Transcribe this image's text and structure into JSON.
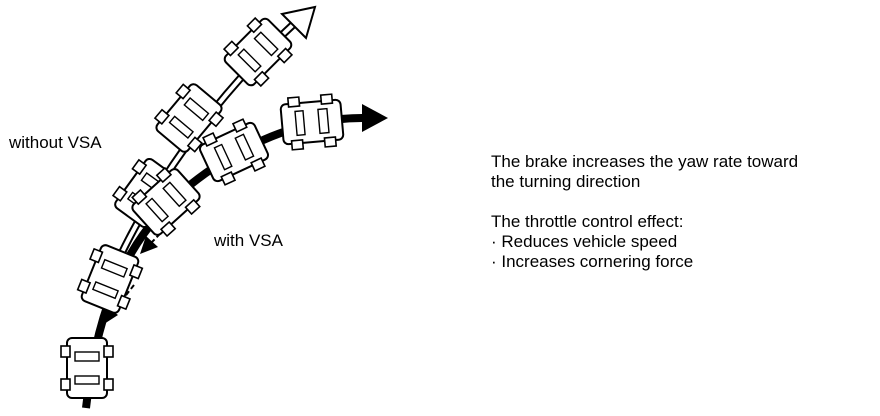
{
  "labels": {
    "without_vsa": "without VSA",
    "with_vsa": "with VSA"
  },
  "notes": {
    "brake_line1": "The brake increases the yaw rate toward",
    "brake_line2": "the turning direction",
    "throttle_heading": "The throttle control effect:",
    "throttle_items": [
      "· Reduces vehicle speed",
      "· Increases cornering force"
    ]
  },
  "colors": {
    "ink": "#000000",
    "paper": "#ffffff"
  }
}
